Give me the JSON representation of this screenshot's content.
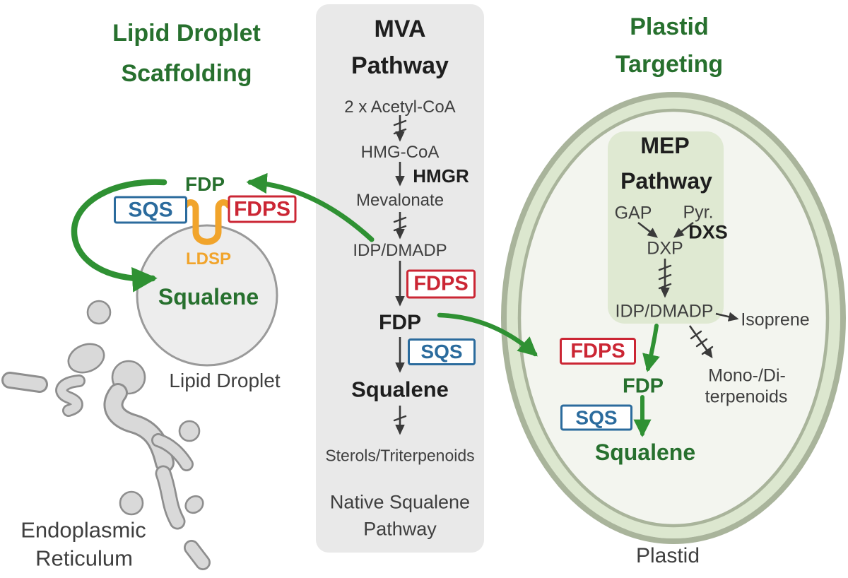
{
  "colors": {
    "green-dark": "#27702e",
    "green-arrow": "#2f9133",
    "red": "#cb2634",
    "blue": "#2b6b9d",
    "orange": "#f1a42b",
    "panel-gray": "#e9e9e9",
    "text-dark": "#1e1e1e",
    "text-gray": "#3f3f3f",
    "organelle-gray": "#d9d9d9",
    "organelle-stroke": "#8e8e8e",
    "plastid-ring": "#a9b49b",
    "plastid-band": "#dce7cf",
    "plastid-fill": "#f3f5ef",
    "mep-fill": "#dfe9d2"
  },
  "sections": {
    "left": {
      "title1": "Lipid Droplet",
      "title2": "Scaffolding"
    },
    "center": {
      "title1": "MVA",
      "title2": "Pathway"
    },
    "right": {
      "title1": "Plastid",
      "title2": "Targeting"
    }
  },
  "mva": {
    "steps": [
      "2 x Acetyl-CoA",
      "HMG-CoA",
      "Mevalonate",
      "IDP/DMADP",
      "FDP",
      "Squalene",
      "Sterols/Triterpenoids"
    ],
    "enzymes": {
      "hmgr": "HMGR",
      "fdps": "FDPS",
      "sqs": "SQS"
    },
    "footer1": "Native Squalene",
    "footer2": "Pathway"
  },
  "lipid": {
    "fdp": "FDP",
    "sqs": "SQS",
    "fdps": "FDPS",
    "ldsp": "LDSP",
    "squalene": "Squalene",
    "droplet_label": "Lipid Droplet",
    "er1": "Endoplasmic",
    "er2": "Reticulum"
  },
  "plastid": {
    "mep1": "MEP",
    "mep2": "Pathway",
    "gap": "GAP",
    "pyr": "Pyr.",
    "dxs": "DXS",
    "dxp": "DXP",
    "idp": "IDP/DMADP",
    "isoprene": "Isoprene",
    "mono1": "Mono-/Di-",
    "mono2": "terpenoids",
    "fdps": "FDPS",
    "fdp": "FDP",
    "sqs": "SQS",
    "squalene": "Squalene",
    "label": "Plastid"
  }
}
